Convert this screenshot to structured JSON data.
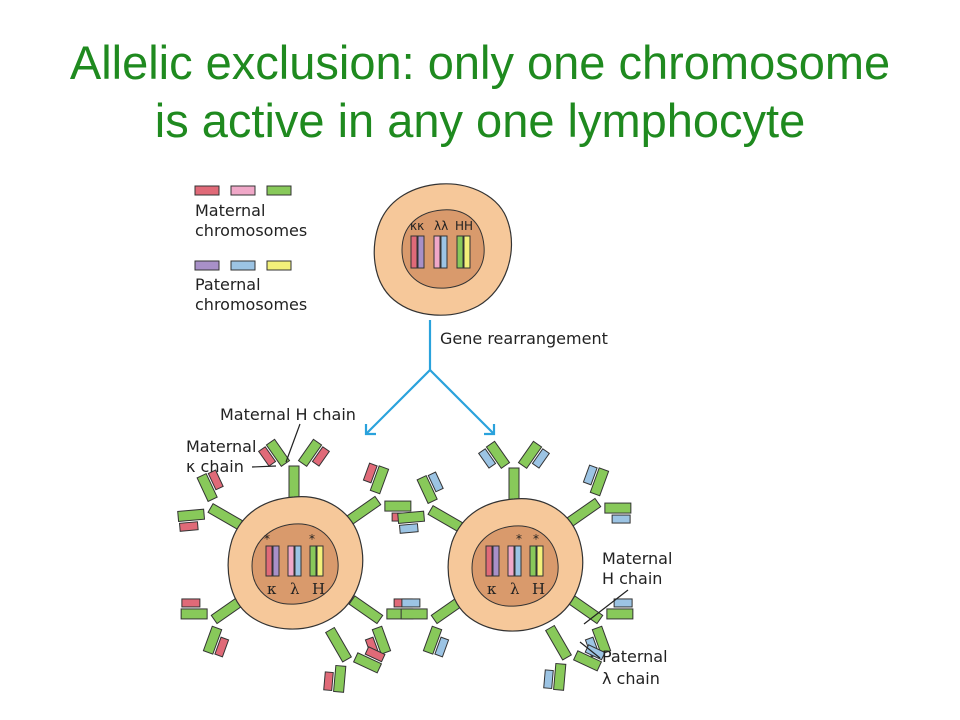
{
  "title": {
    "line1": "Allelic exclusion:  only one chromosome",
    "line2": "is active in any one lymphocyte"
  },
  "legend": {
    "maternal_line1": "Maternal",
    "maternal_line2": "chromosomes",
    "paternal_line1": "Paternal",
    "paternal_line2": "chromosomes"
  },
  "top_cell": {
    "kappa_label": "κκ",
    "lambda_label": "λλ",
    "heavy_label": "HH"
  },
  "arrow_label": "Gene rearrangement",
  "left_cell": {
    "label_maternal_h": "Maternal H chain",
    "label_maternal_k_line1": "Maternal",
    "label_maternal_k_line2": "κ chain",
    "chrom_k": "κ",
    "chrom_l": "λ",
    "chrom_h": "H",
    "star_k": "*",
    "star_h": "*"
  },
  "right_cell": {
    "label_maternal_h_line1": "Maternal",
    "label_maternal_h_line2": "H chain",
    "label_paternal_l_line1": "Paternal",
    "label_paternal_l_line2": "λ chain",
    "chrom_k": "κ",
    "chrom_l": "λ",
    "chrom_h": "H",
    "star_l": "*",
    "star_h": "*"
  },
  "colors": {
    "title": "#1f8a1f",
    "cell": "#f6c89a",
    "nucleus": "#d99a6c",
    "maternal_kappa": "#e06a78",
    "maternal_lambda": "#f0a8c8",
    "maternal_heavy": "#88c95a",
    "paternal_kappa": "#a890c8",
    "paternal_lambda": "#9cc4e4",
    "paternal_heavy": "#f2f07a",
    "arrow": "#2aa2dc",
    "heavy_chain": "#88c95a"
  }
}
